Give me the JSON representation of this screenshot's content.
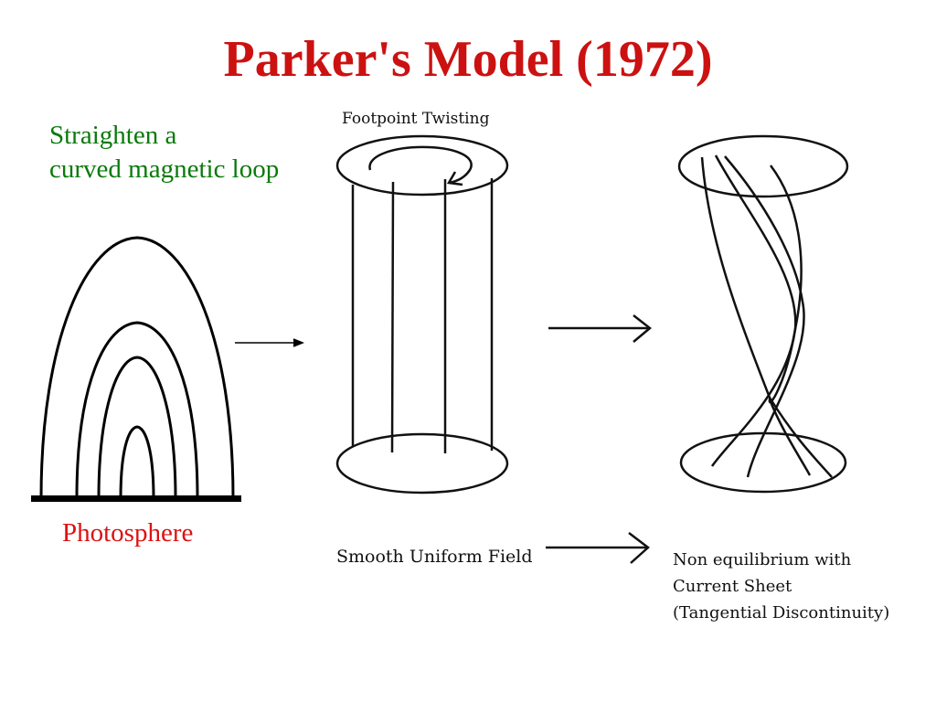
{
  "slide": {
    "title": "Parker's Model (1972)",
    "title_color": "#cc1111",
    "note_lines": [
      "Straighten a",
      "curved magnetic loop"
    ],
    "note_color": "#0a7a0a",
    "photosphere_label": "Photosphere",
    "photosphere_color": "#dd1111"
  },
  "figure": {
    "footpoint_label": "Footpoint Twisting",
    "smooth_label": "Smooth Uniform Field",
    "result_lines": [
      "Non equilibrium with",
      "Current Sheet",
      "(Tangential Discontinuity)"
    ]
  }
}
